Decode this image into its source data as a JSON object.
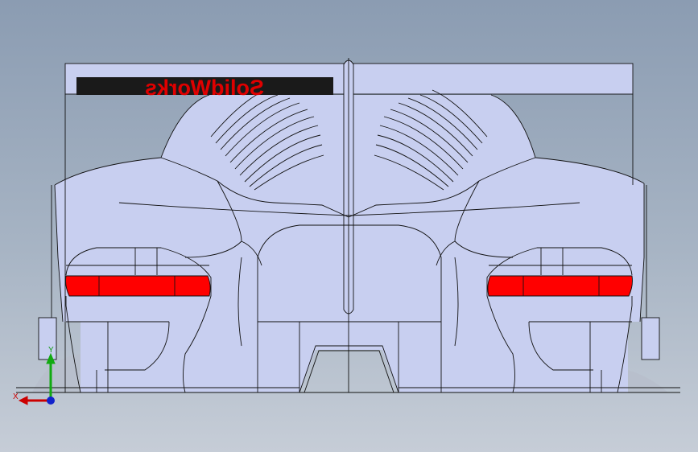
{
  "viewport": {
    "background_top": "#8b9cb2",
    "background_bottom": "#c6cdd7",
    "model_fill": "#c8cff0",
    "edge_color": "#111111"
  },
  "rear_wing": {
    "decal_text": "SolidWorks",
    "decal_mirrored": true,
    "decal_background": "#1a1a1a",
    "decal_text_color": "#e00000"
  },
  "tail_lights": {
    "color": "#ff0000",
    "count": 2
  },
  "triad": {
    "x_label": "X",
    "y_label": "Y",
    "x_color": "#cc0000",
    "y_color": "#11aa11",
    "z_color": "#1122cc"
  }
}
